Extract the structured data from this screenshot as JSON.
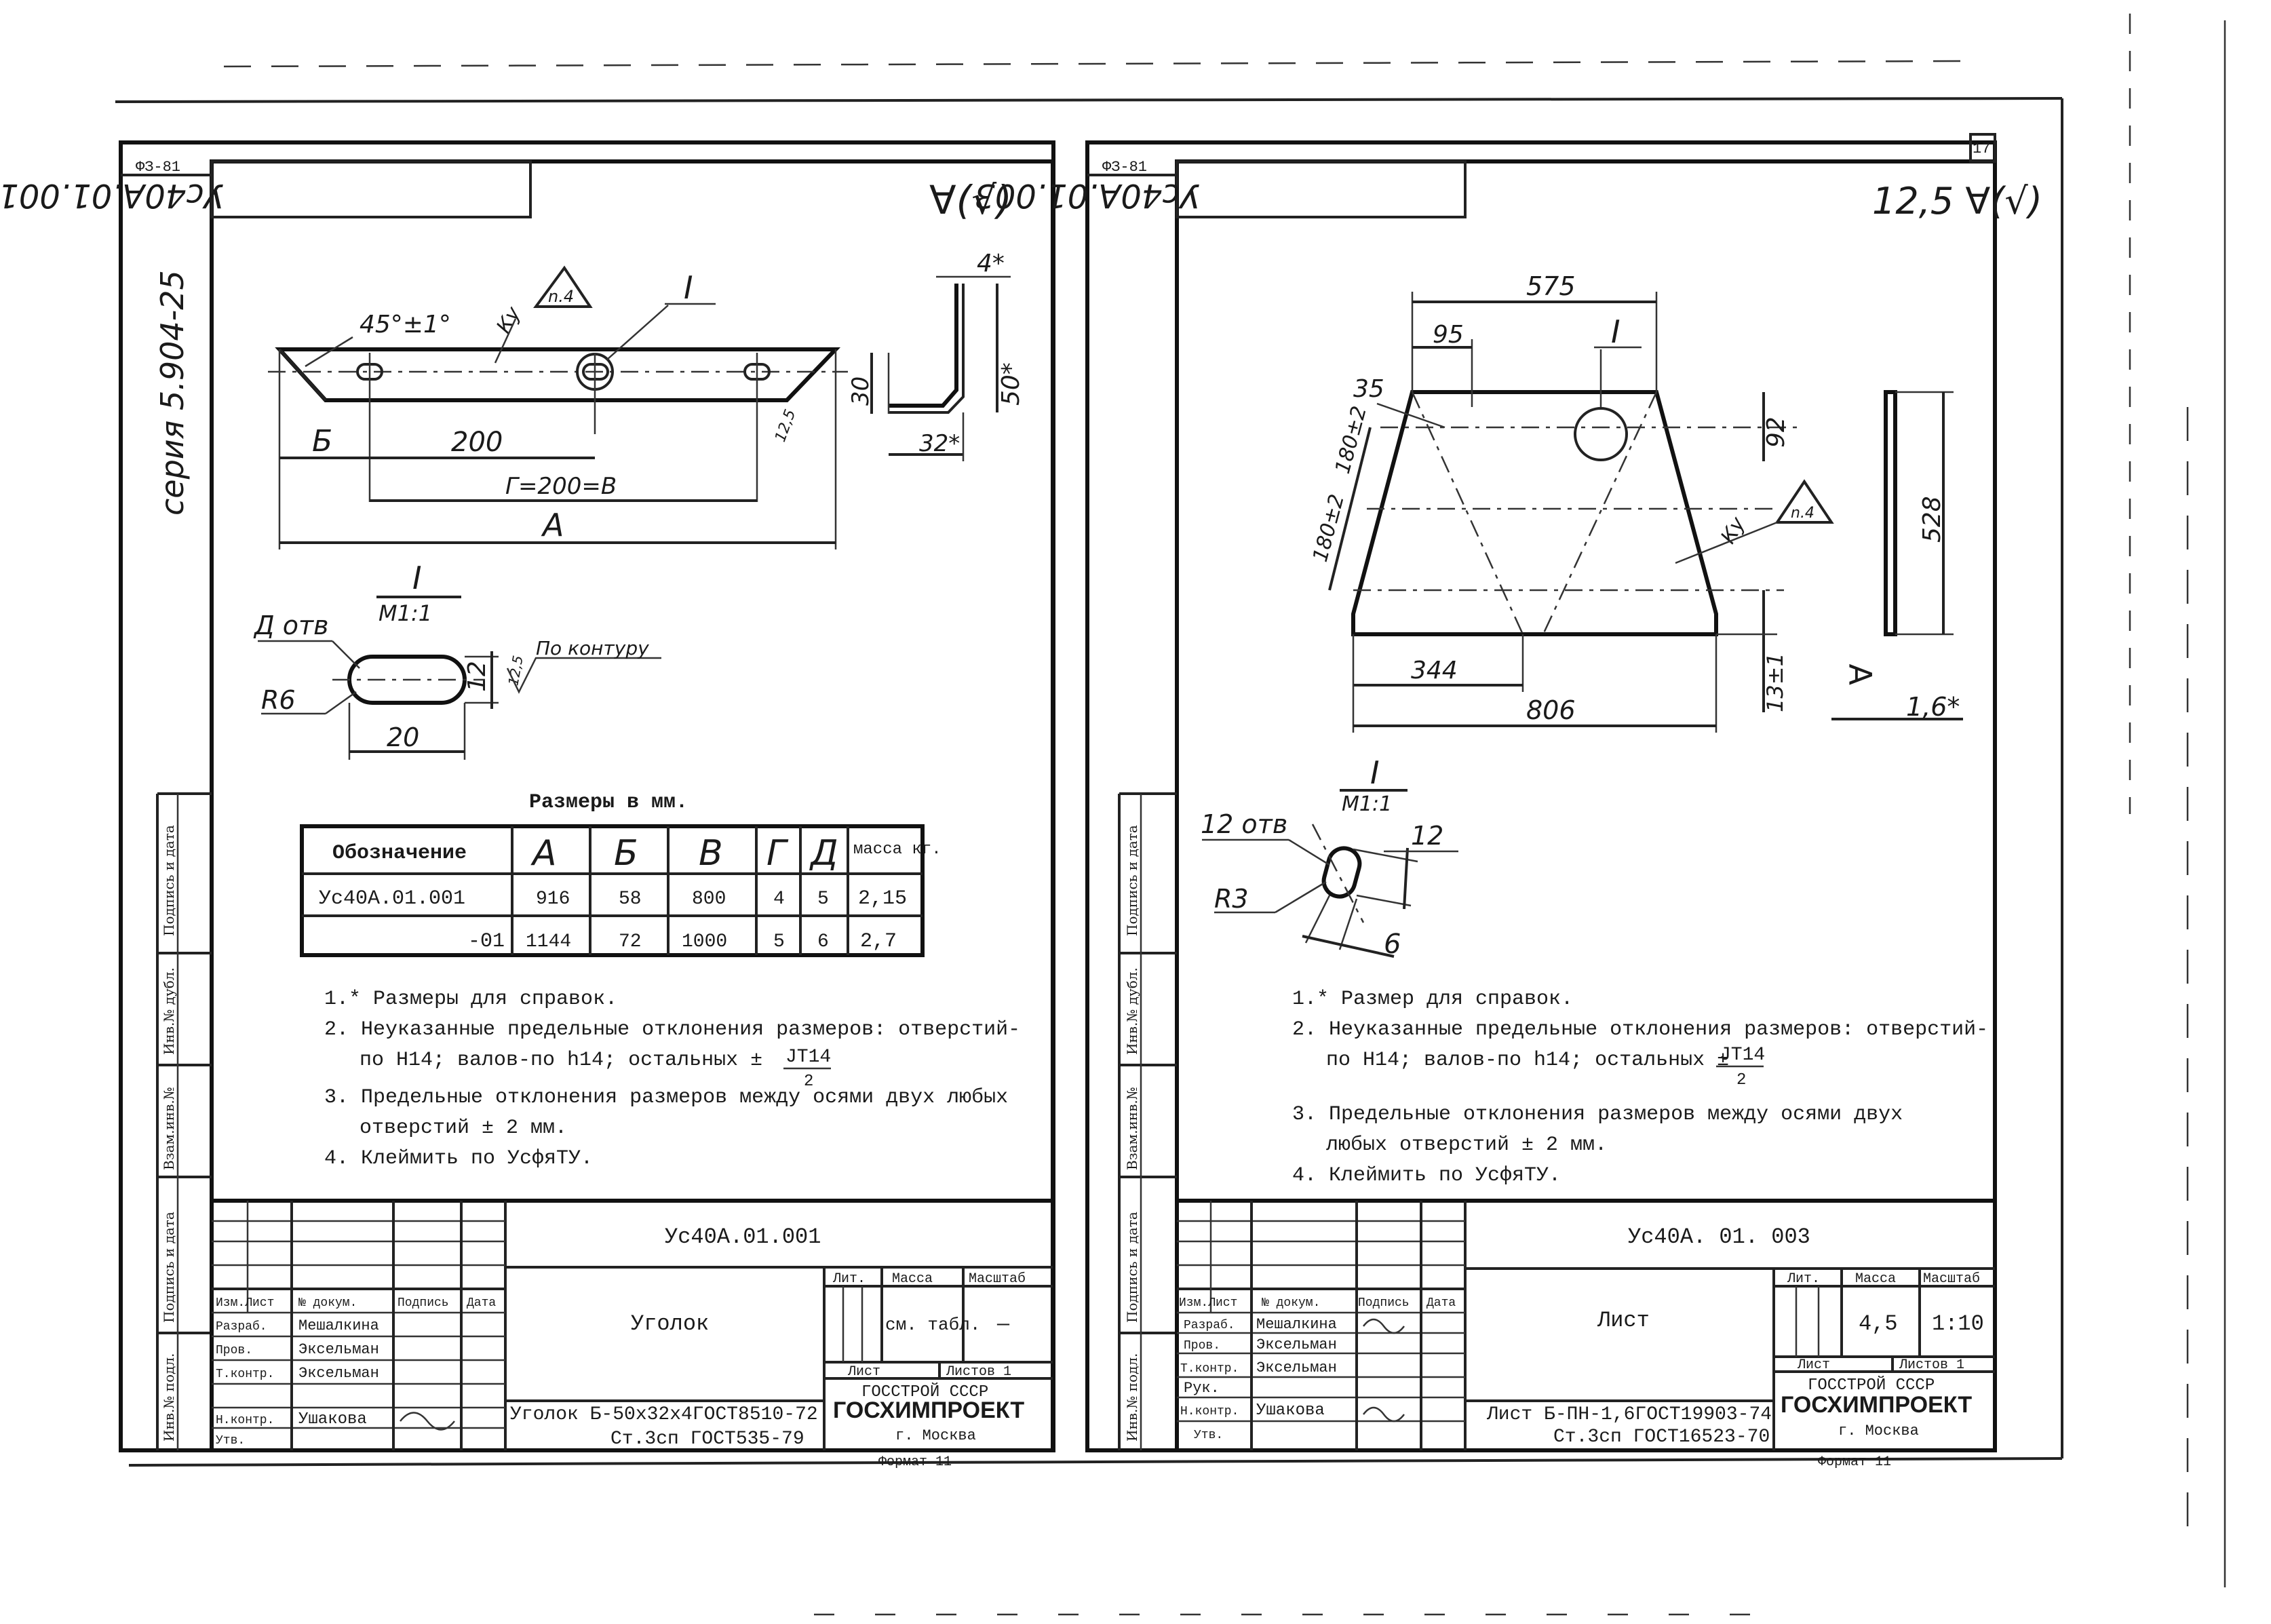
{
  "sheet_number": "17",
  "left": {
    "format_top": "ФЗ-81",
    "stamp_code": "Ус40А.01.001",
    "roughness": "∀(√)",
    "series": "серия 5.904-25",
    "view_labels": {
      "angle": "45°±1°",
      "weld": "Ку",
      "weld_tag": "n.4",
      "detail_ref": "I",
      "b": "Б",
      "dim_200": "200",
      "g_b": "Г=200=В",
      "a": "А",
      "r125": "12,5",
      "h30": "30",
      "t4": "4*",
      "h50": "50*",
      "w32": "32*"
    },
    "detail": {
      "title": "I",
      "scale": "М1:1",
      "holes": "Д отв",
      "radius": "R6",
      "width": "20",
      "height": "12",
      "rough": "12,5",
      "contour": "По контуру"
    },
    "table": {
      "caption": "Размеры в мм.",
      "headers": [
        "Обозначение",
        "А",
        "Б",
        "В",
        "Г",
        "Д",
        "масса кг."
      ],
      "rows": [
        [
          "Ус40А.01.001",
          "916",
          "58",
          "800",
          "4",
          "5",
          "2,15"
        ],
        [
          "-01",
          "1144",
          "72",
          "1000",
          "5",
          "6",
          "2,7"
        ]
      ]
    },
    "notes": [
      "1.* Размеры для справок.",
      "2. Неуказанные предельные отклонения размеров: отверстий-",
      "по Н14; валов-по  h14; остальных ±",
      "3. Предельные отклонения размеров между осями двух любых",
      "отверстий ± 2 мм.",
      "4. Клеймить по УсфяТУ."
    ],
    "tolerance_frac_top": "JT14",
    "tolerance_frac_bottom": "2",
    "titleblock": {
      "code": "Ус40А.01.001",
      "name": "Уголок",
      "material_1": "Уголок Б-50х32х4ГОСТ8510-72",
      "material_2": "Ст.3сп ГОСТ535-79",
      "lit": "Лит.",
      "mass": "Масса",
      "scale": "Масштаб",
      "mass_val": "см. табл.",
      "scale_val": "—",
      "sheet": "Лист",
      "sheets": "Листов 1",
      "org1": "ГОССТРОЙ СССР",
      "org2": "ГОСХИМПРОЕКТ",
      "org3": "г. Москва",
      "format": "Формат 11",
      "rows": [
        "Изм.Лист",
        "Разраб.",
        "Пров.",
        "Т.контр.",
        "",
        "Н.контр.",
        "Утв."
      ],
      "names": [
        "№ докум.",
        "Мешалкина",
        "Эксельман",
        "Эксельман",
        "",
        "Ушакова",
        ""
      ],
      "col_sign": "Подпись",
      "col_date": "Дата"
    },
    "side_labels": [
      "Подпись и дата",
      "Инв.№ дубл.",
      "Взам.инв.№",
      "Подпись и дата",
      "Инв.№ подл."
    ]
  },
  "right": {
    "format_top": "ФЗ-81",
    "stamp_code": "Ус40А.01.003",
    "roughness": "12,5 ∀(√)",
    "dims": {
      "d575": "575",
      "d95": "95",
      "d35": "35",
      "d92": "92",
      "d180a": "180±2",
      "d180b": "180±2",
      "d344": "344",
      "d806": "806",
      "d13": "13±1",
      "d528": "528",
      "d16": "1,6*",
      "detail_ref": "I",
      "weld": "Ку",
      "weld_tag": "n.4",
      "rough": "∀"
    },
    "detail": {
      "title": "I",
      "scale": "М1:1",
      "holes": "12 отв",
      "radius": "R3",
      "width": "6",
      "height": "12"
    },
    "notes": [
      "1.* Размер для справок.",
      "2. Неуказанные предельные отклонения размеров: отверстий-",
      "по Н14; валов-по h14; остальных ±",
      "3. Предельные отклонения размеров между осями двух",
      "любых отверстий ± 2 мм.",
      "4. Клеймить по УсфяТУ."
    ],
    "tolerance_frac_top": "JT14",
    "tolerance_frac_bottom": "2",
    "titleblock": {
      "code": "Ус40А. 01. 003",
      "name": "Лист",
      "material_1": "Лист Б-ПН-1,6ГОСТ19903-74",
      "material_2": "Ст.3сп ГОСТ16523-70",
      "lit": "Лит.",
      "mass": "Масса",
      "scale": "Масштаб",
      "mass_val": "4,5",
      "scale_val": "1:10",
      "sheet": "Лист",
      "sheets": "Листов 1",
      "org1": "ГОССТРОЙ СССР",
      "org2": "ГОСХИМПРОЕКТ",
      "org3": "г. Москва",
      "format": "Формат 11",
      "rows": [
        "Изм.Лист",
        "Разраб.",
        "Пров.",
        "Т.контр.",
        "Рук.",
        "Н.контр.",
        "Утв."
      ],
      "names": [
        "№ докум.",
        "Мешалкина",
        "Эксельман",
        "Эксельман",
        "",
        "Ушакова",
        ""
      ],
      "col_sign": "Подпись",
      "col_date": "Дата"
    },
    "side_labels": [
      "Подпись и дата",
      "Инв.№ дубл.",
      "Взам.инв.№",
      "Подпись и дата",
      "Инв.№ подл."
    ]
  }
}
